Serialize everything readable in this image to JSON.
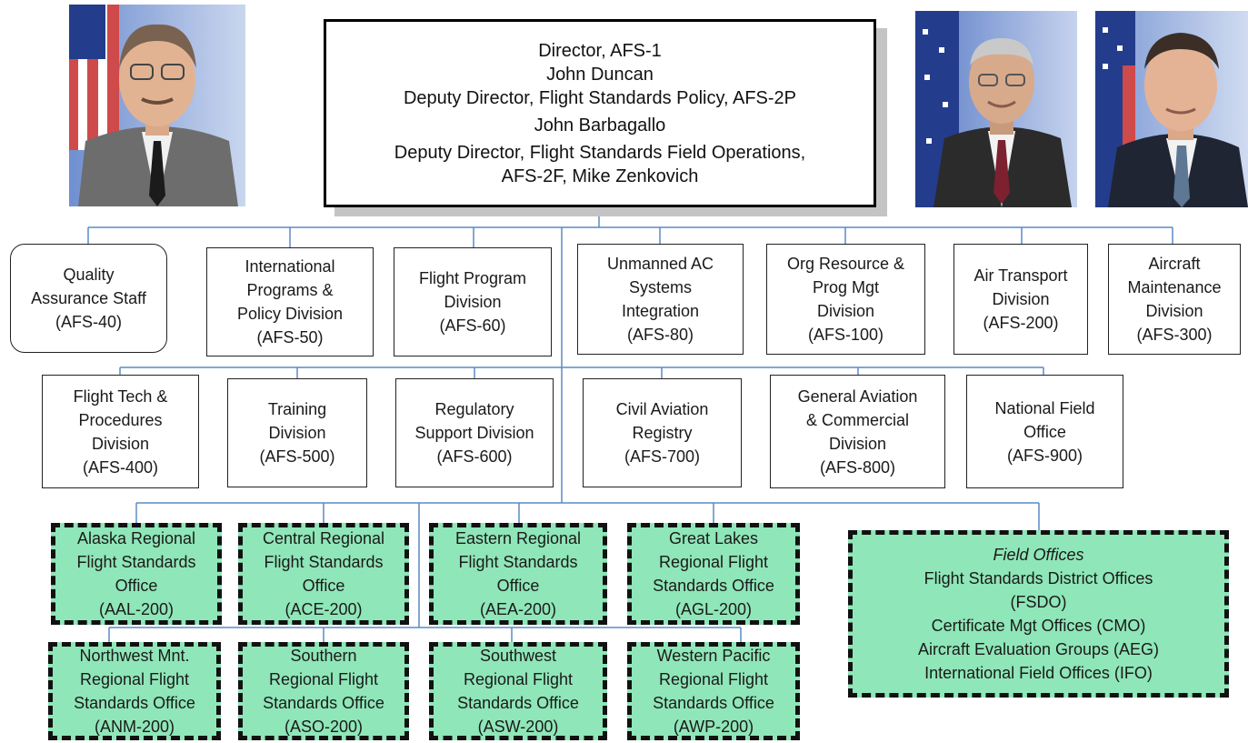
{
  "colors": {
    "region_fill": "#8fe6b8",
    "line": "#5b8bc4"
  },
  "director": {
    "lines": [
      "Director, AFS-1",
      "John Duncan",
      "Deputy Director, Flight Standards Policy, AFS-2P",
      "John Barbagallo",
      "Deputy Director, Flight Standards Field Operations,",
      "AFS-2F, Mike Zenkovich"
    ]
  },
  "photos": [
    "portrait-photo-left",
    "portrait-photo-center-right",
    "portrait-photo-right"
  ],
  "row1": [
    {
      "lines": [
        "Quality",
        "Assurance Staff",
        "(AFS-40)"
      ]
    },
    {
      "lines": [
        "International",
        "Programs &",
        "Policy Division",
        "(AFS-50)"
      ]
    },
    {
      "lines": [
        "Flight Program",
        "Division",
        "(AFS-60)"
      ]
    },
    {
      "lines": [
        "Unmanned AC",
        "Systems",
        "Integration",
        "(AFS-80)"
      ]
    },
    {
      "lines": [
        "Org Resource &",
        "Prog Mgt",
        "Division",
        "(AFS-100)"
      ]
    },
    {
      "lines": [
        "Air Transport",
        "Division",
        "(AFS-200)"
      ]
    },
    {
      "lines": [
        "Aircraft",
        "Maintenance",
        "Division",
        "(AFS-300)"
      ]
    }
  ],
  "row2": [
    {
      "lines": [
        "Flight Tech &",
        "Procedures",
        "Division",
        "(AFS-400)"
      ]
    },
    {
      "lines": [
        "Training",
        "Division",
        "(AFS-500)"
      ]
    },
    {
      "lines": [
        "Regulatory",
        "Support Division",
        "(AFS-600)"
      ]
    },
    {
      "lines": [
        "Civil Aviation",
        "Registry",
        "(AFS-700)"
      ]
    },
    {
      "lines": [
        "General Aviation",
        "& Commercial",
        "Division",
        "(AFS-800)"
      ]
    },
    {
      "lines": [
        "National Field",
        "Office",
        "(AFS-900)"
      ]
    }
  ],
  "regions_top": [
    {
      "lines": [
        "Alaska Regional",
        "Flight Standards",
        "Office",
        "(AAL-200)"
      ]
    },
    {
      "lines": [
        "Central Regional",
        "Flight Standards",
        "Office",
        "(ACE-200)"
      ]
    },
    {
      "lines": [
        "Eastern Regional",
        "Flight Standards",
        "Office",
        "(AEA-200)"
      ]
    },
    {
      "lines": [
        "Great Lakes",
        "Regional Flight",
        "Standards Office",
        "(AGL-200)"
      ]
    }
  ],
  "regions_bottom": [
    {
      "lines": [
        "Northwest Mnt.",
        "Regional Flight",
        "Standards Office",
        "(ANM-200)"
      ]
    },
    {
      "lines": [
        "Southern",
        "Regional Flight",
        "Standards Office",
        "(ASO-200)"
      ]
    },
    {
      "lines": [
        "Southwest",
        "Regional Flight",
        "Standards Office",
        "(ASW-200)"
      ]
    },
    {
      "lines": [
        "Western Pacific",
        "Regional Flight",
        "Standards Office",
        "(AWP-200)"
      ]
    }
  ],
  "field_offices": {
    "title": "Field Offices",
    "lines": [
      "Flight Standards District Offices",
      "(FSDO)",
      "Certificate Mgt Offices (CMO)",
      "Aircraft Evaluation Groups (AEG)",
      "International Field Offices (IFO)"
    ]
  }
}
